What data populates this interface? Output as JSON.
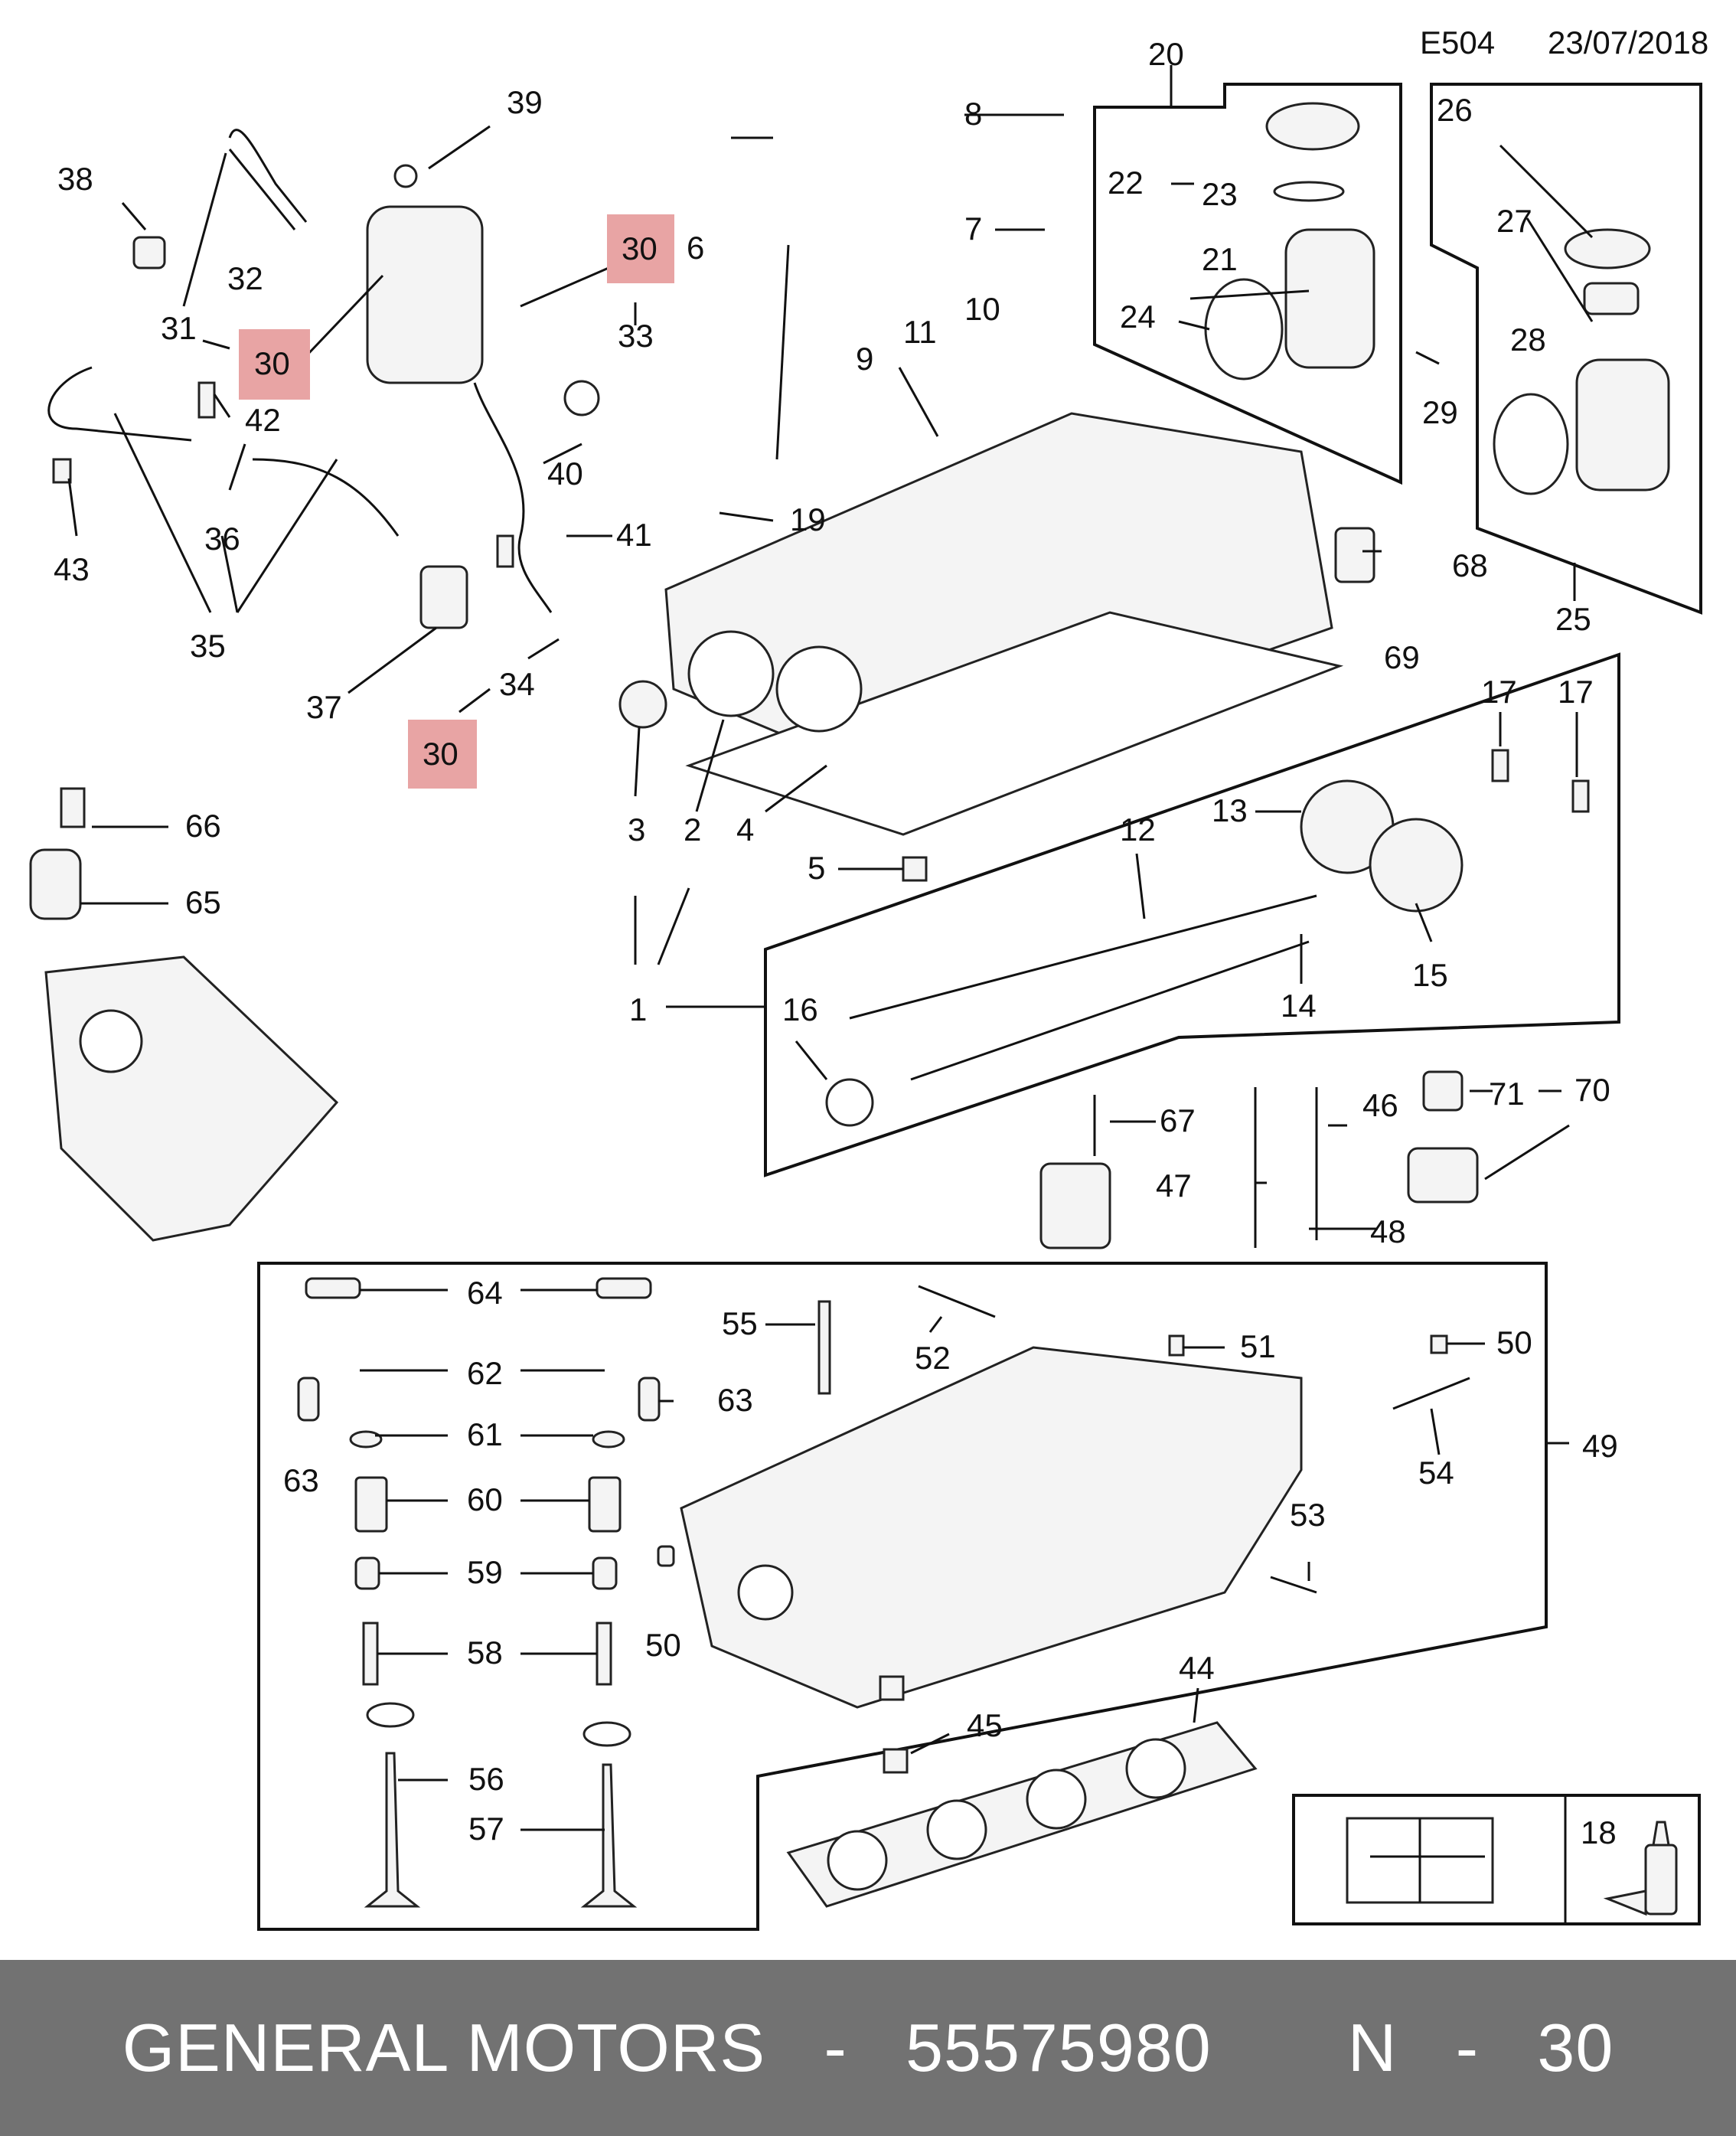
{
  "header": {
    "code": "E504",
    "date": "23/07/2018"
  },
  "footer": {
    "brand": "GENERAL MOTORS",
    "separator": "-",
    "part_number": "55575980",
    "ref_prefix": "N",
    "ref_number": "30"
  },
  "highlight_color": "#e8a4a4",
  "callouts": {
    "c1": "1",
    "c2": "2",
    "c3": "3",
    "c4": "4",
    "c5": "5",
    "c6": "6",
    "c7": "7",
    "c8": "8",
    "c9": "9",
    "c10": "10",
    "c11": "11",
    "c12": "12",
    "c13": "13",
    "c14": "14",
    "c15": "15",
    "c16": "16",
    "c17a": "17",
    "c17b": "17",
    "c18": "18",
    "c19": "19",
    "c20": "20",
    "c21": "21",
    "c22": "22",
    "c23": "23",
    "c24": "24",
    "c25": "25",
    "c26": "26",
    "c27": "27",
    "c28": "28",
    "c29": "29",
    "c30a": "30",
    "c30b": "30",
    "c30c": "30",
    "c31": "31",
    "c32": "32",
    "c33": "33",
    "c34": "34",
    "c35": "35",
    "c36": "36",
    "c37": "37",
    "c38": "38",
    "c39": "39",
    "c40": "40",
    "c41": "41",
    "c42": "42",
    "c43": "43",
    "c44": "44",
    "c45": "45",
    "c46": "46",
    "c47": "47",
    "c48": "48",
    "c49": "49",
    "c50a": "50",
    "c50b": "50",
    "c51": "51",
    "c52": "52",
    "c53": "53",
    "c54": "54",
    "c55": "55",
    "c56": "56",
    "c57": "57",
    "c58": "58",
    "c59": "59",
    "c60": "60",
    "c61": "61",
    "c62": "62",
    "c63a": "63",
    "c63b": "63",
    "c64": "64",
    "c65": "65",
    "c66": "66",
    "c67": "67",
    "c68": "68",
    "c69": "69",
    "c70": "70",
    "c71": "71"
  }
}
